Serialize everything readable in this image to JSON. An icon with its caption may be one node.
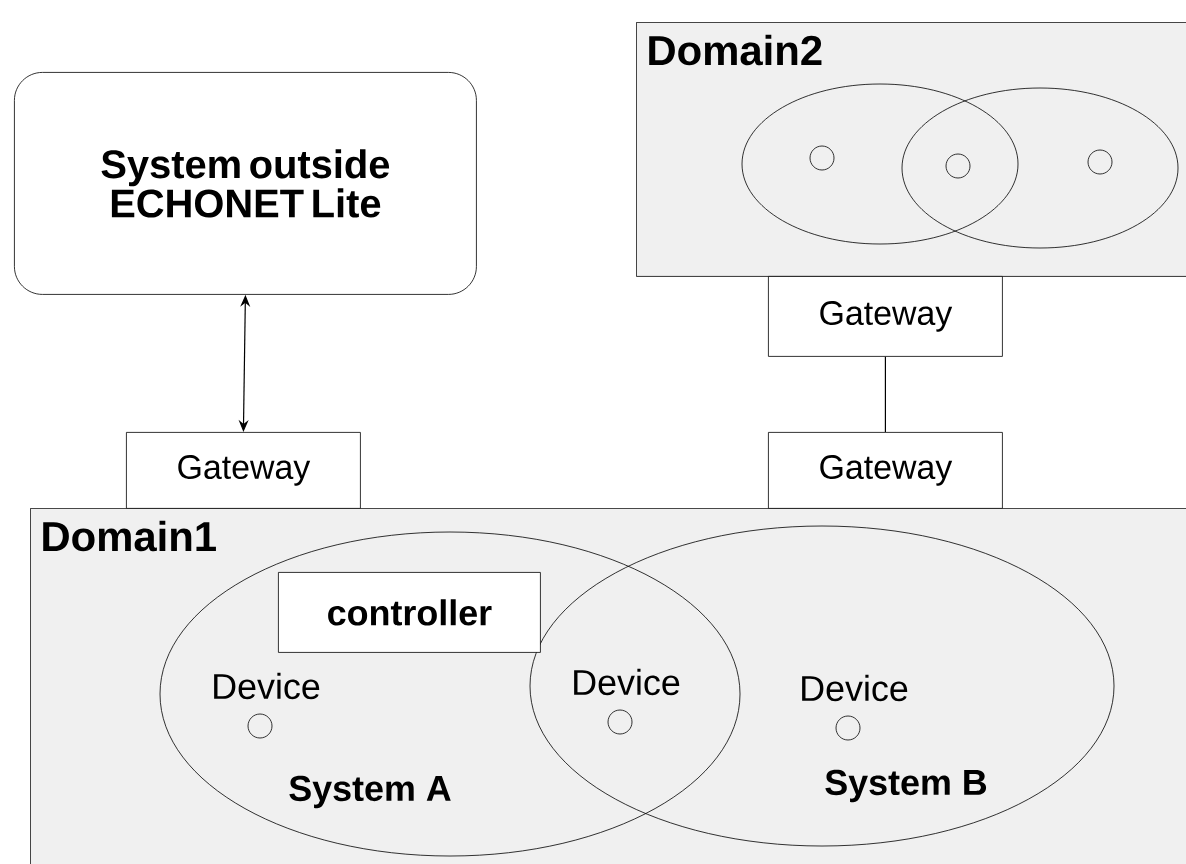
{
  "diagram": {
    "nodes": [
      {
        "text": [
          "System outside ECHONET Lite"
        ]
      },
      {
        "text": [
          "Domain2"
        ]
      },
      {
        "text": [],
        "shape": "ellipse",
        "in": 1
      },
      {
        "text": [],
        "shape": "ellipse",
        "in": 1
      },
      {
        "text": [],
        "shape": "circle",
        "in": 2
      },
      {
        "text": [],
        "shape": "circle"
      },
      {
        "text": [],
        "shape": "circle",
        "in": 3
      },
      {
        "text": [
          "Gateway"
        ]
      },
      {
        "text": [
          "Gateway"
        ]
      },
      {
        "text": [
          "Gateway"
        ]
      },
      {
        "text": [
          "Domain1"
        ]
      },
      {
        "text": [
          "System A"
        ],
        "in": 10
      },
      {
        "text": [
          "System B"
        ],
        "in": 10
      },
      {
        "text": [
          "controller"
        ],
        "in": 11
      },
      {
        "text": [
          "Device"
        ],
        "in": 11
      },
      {
        "text": [
          "Device"
        ]
      },
      {
        "text": [
          "Device"
        ],
        "in": 12
      }
    ],
    "edges": [
      {
        "from": 0,
        "to": 8,
        "arrow": "both"
      },
      {
        "from": 7,
        "to": 9,
        "arrow": "none"
      }
    ]
  }
}
